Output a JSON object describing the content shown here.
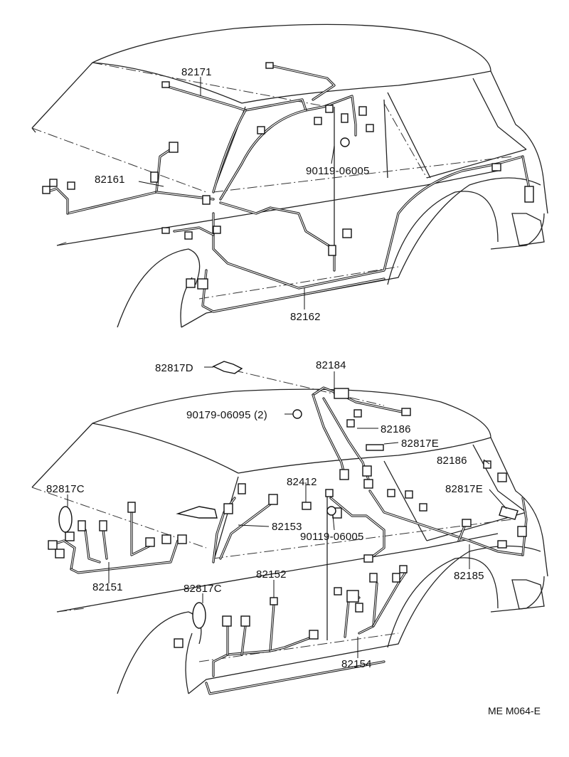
{
  "diagram": {
    "top_labels": {
      "p82171": "82171",
      "p82161": "82161",
      "p90119_top": "90119-06005",
      "p82162": "82162"
    },
    "bottom_labels": {
      "p82817D": "82817D",
      "p82184": "82184",
      "p90179": "90179-06095 (2)",
      "p82186a": "82186",
      "p82817E_a": "82817E",
      "p82186b": "82186",
      "p82817C_a": "82817C",
      "p82412": "82412",
      "p82817E_b": "82817E",
      "p82153": "82153",
      "p90119_bottom": "90119-06005",
      "p82151": "82151",
      "p82152": "82152",
      "p82817C_b": "82817C",
      "p82185": "82185",
      "p82154": "82154"
    },
    "page_code": "ME M064-E"
  }
}
